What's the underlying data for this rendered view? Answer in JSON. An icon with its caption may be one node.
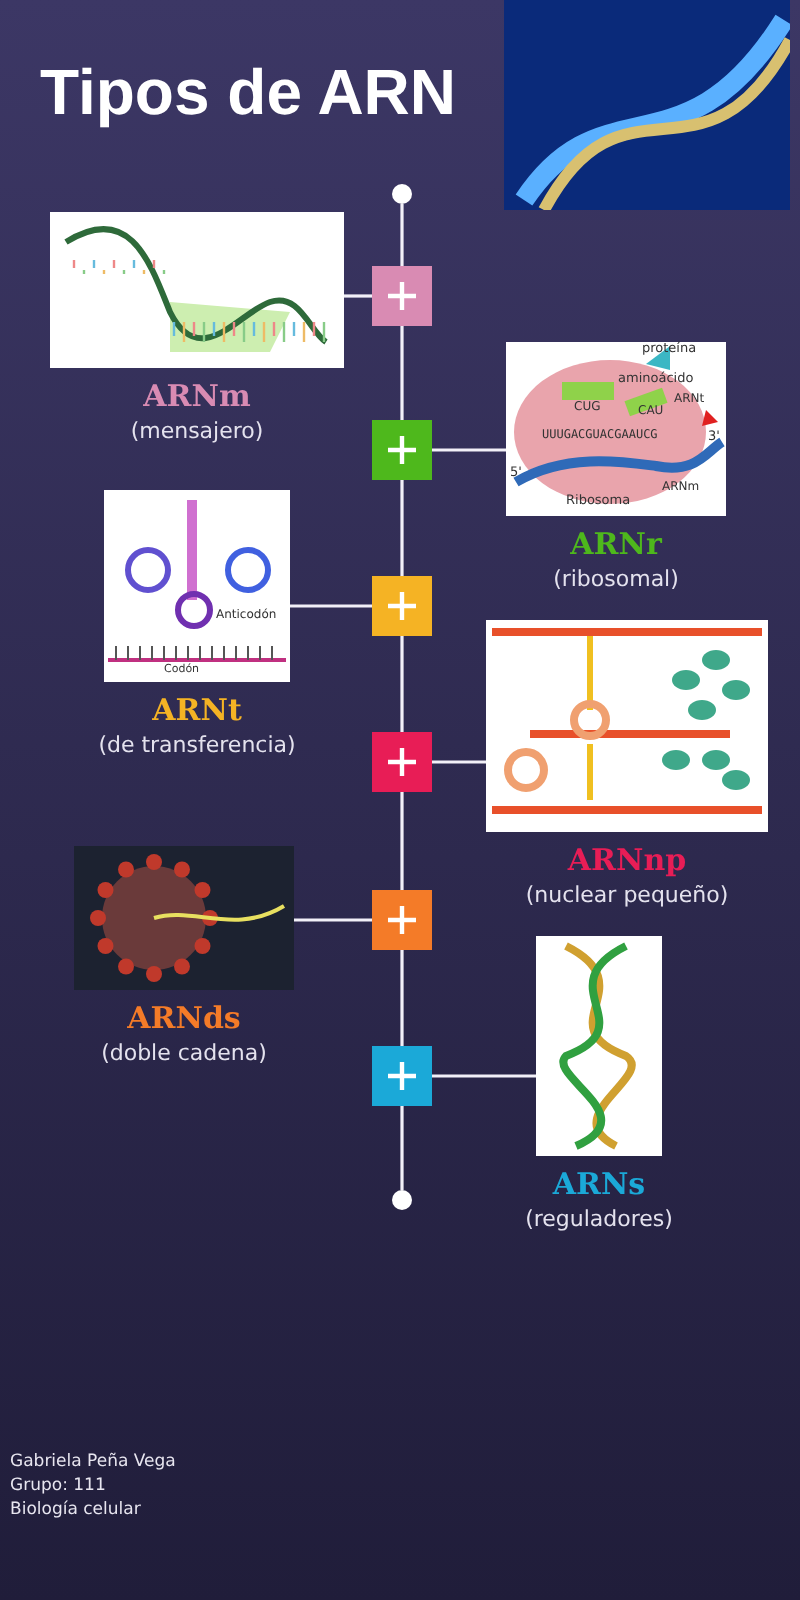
{
  "diagram": {
    "title": "Tipos de ARN",
    "nodes": [
      {
        "text": [],
        "shape": "circle"
      },
      {
        "text": [],
        "shape": "box"
      },
      {
        "text": [],
        "shape": "box"
      },
      {
        "text": [],
        "shape": "box"
      },
      {
        "text": [],
        "shape": "box"
      },
      {
        "text": [],
        "shape": "box"
      },
      {
        "text": [],
        "shape": "box"
      },
      {
        "text": [],
        "shape": "circle"
      },
      {
        "text": [],
        "shape": "picture",
        "beside": [
          "ARNm",
          "(mensajero)"
        ]
      },
      {
        "text": [],
        "shape": "picture",
        "beside": [
          "ARNr",
          "(ribosomal)"
        ]
      },
      {
        "text": [],
        "shape": "picture",
        "beside": [
          "ARNt",
          "(de transferencia)"
        ]
      },
      {
        "text": [],
        "shape": "picture",
        "beside": [
          "ARNnp",
          "(nuclear pequeño)"
        ]
      },
      {
        "text": [],
        "shape": "picture",
        "beside": [
          "ARNds",
          "(doble cadena)"
        ]
      },
      {
        "text": [],
        "shape": "picture",
        "beside": [
          "ARNs",
          "(reguladores)"
        ]
      }
    ],
    "edges": [
      {
        "from": 0,
        "to": 1,
        "arrow": "none"
      },
      {
        "from": 1,
        "to": 2,
        "arrow": "none"
      },
      {
        "from": 2,
        "to": 3,
        "arrow": "none"
      },
      {
        "from": 3,
        "to": 4,
        "arrow": "none"
      },
      {
        "from": 4,
        "to": 5,
        "arrow": "none"
      },
      {
        "from": 5,
        "to": 6,
        "arrow": "none"
      },
      {
        "from": 6,
        "to": 7,
        "arrow": "none"
      },
      {
        "from": 1,
        "to": 8,
        "arrow": "none"
      },
      {
        "from": 2,
        "to": 9,
        "arrow": "none"
      },
      {
        "from": 3,
        "to": 10,
        "arrow": "none"
      },
      {
        "from": 4,
        "to": 11,
        "arrow": "none"
      },
      {
        "from": 5,
        "to": 12,
        "arrow": "none"
      },
      {
        "from": 6,
        "to": 13,
        "arrow": "none"
      }
    ],
    "labels": [
      "proteína",
      "aminoácido",
      "ARNt",
      "CUG",
      "CAU",
      "UUUGACGUACGAAUCG",
      "5'",
      "3'",
      "Ribosoma",
      "ARNm",
      "Anticodón",
      "Codón",
      "Gabriela Peña Vega",
      "Grupo: 111",
      "Biología celular"
    ]
  }
}
